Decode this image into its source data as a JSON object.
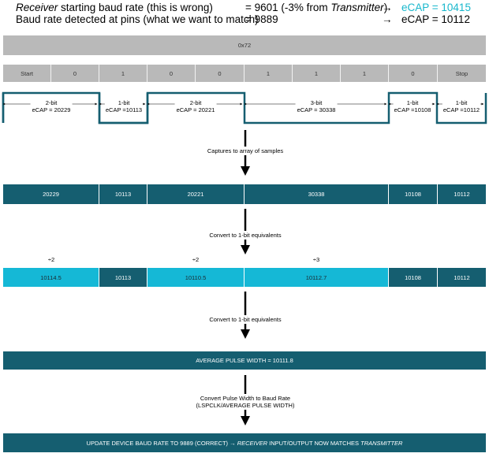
{
  "header": {
    "line1_italic": "Receiver",
    "line1_rest": " starting baud rate (this is wrong)",
    "line1_value_pre": "= 9601 (-3% from ",
    "line1_value_italic": "Transmitter",
    "line1_value_post": ")",
    "line1_arrow": "→",
    "line1_ecap": "eCAP = 10415",
    "line2_label": "Baud rate detected at pins (what we want to match)",
    "line2_value": "= 9889",
    "line2_arrow": "→",
    "line2_ecap": "eCAP = 10112"
  },
  "byte_bar": {
    "label": "0x72"
  },
  "bits": [
    "Start",
    "0",
    "1",
    "0",
    "0",
    "1",
    "1",
    "1",
    "0",
    "Stop"
  ],
  "pulses": [
    {
      "bits": "2-bit",
      "ecap": "eCAP = 20229"
    },
    {
      "bits": "1-bit",
      "ecap": "eCAP =10113"
    },
    {
      "bits": "2-bit",
      "ecap": "eCAP = 20221"
    },
    {
      "bits": "3-bit",
      "ecap": "eCAP = 30338"
    },
    {
      "bits": "1-bit",
      "ecap": "eCAP =10108"
    },
    {
      "bits": "1-bit",
      "ecap": "eCAP =10112"
    }
  ],
  "step1": {
    "label": "Captures to array of samples"
  },
  "samples": [
    "20229",
    "10113",
    "20221",
    "30338",
    "10108",
    "10112"
  ],
  "step2": {
    "label": "Convert to 1-bit equivalents"
  },
  "divisors": [
    "÷2",
    "÷2",
    "÷3"
  ],
  "equivalents": [
    "10114.5",
    "10113",
    "10110.5",
    "10112.7",
    "10108",
    "10112"
  ],
  "step3": {
    "label": "Convert to 1-bit equivalents"
  },
  "average": {
    "label": "AVERAGE PULSE WIDTH = 10111.8"
  },
  "step4": {
    "line1": "Convert Pulse Width to Baud Rate",
    "line2": "(LSPCLK/AVERAGE PULSE WIDTH)"
  },
  "final": {
    "pre": "UPDATE DEVICE BAUD RATE TO 9889 (CORRECT) → ",
    "italic1": "RECEIVER",
    "mid": " INPUT/OUTPUT NOW MATCHES ",
    "italic2": "TRANSMITTER"
  },
  "colors": {
    "dark_teal": "#155e70",
    "cyan": "#15b8d6",
    "gray": "#b9b9b9",
    "ecap_highlight": "#17b7cc"
  }
}
